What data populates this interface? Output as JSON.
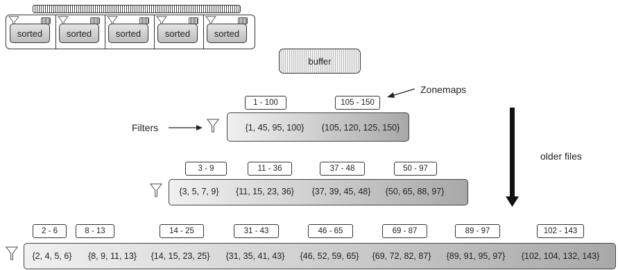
{
  "memtable": {
    "items": [
      {
        "label": "sorted"
      },
      {
        "label": "sorted"
      },
      {
        "label": "sorted"
      },
      {
        "label": "sorted"
      },
      {
        "label": "sorted"
      }
    ]
  },
  "buffer": {
    "label": "buffer"
  },
  "annotations": {
    "zonemaps": "Zonemaps",
    "filters": "Filters",
    "older_files": "older files"
  },
  "levels": [
    {
      "zones": [
        "1 - 100",
        "105 - 150"
      ],
      "keys": [
        "{1, 45, 95, 100}",
        "{105, 120, 125, 150}"
      ]
    },
    {
      "zones": [
        "3 - 9",
        "11 - 36",
        "37 - 48",
        "50 - 97"
      ],
      "keys": [
        "{3, 5, 7, 9}",
        "{11, 15, 23, 36}",
        "{37, 39, 45, 48}",
        "{50, 65, 88, 97}"
      ]
    },
    {
      "zones": [
        "2 - 6",
        "8 - 13",
        "14 - 25",
        "31 - 43",
        "46 - 65",
        "69 - 87",
        "89 - 97",
        "102 - 143"
      ],
      "keys": [
        "{2, 4, 5, 6}",
        "{8, 9, 11, 13}",
        "{14, 15, 23, 25}",
        "{31, 35, 41, 43}",
        "{46, 52, 59, 65}",
        "{69, 72, 82, 87}",
        "{89, 91, 95, 97}",
        "{102, 104, 132, 143}"
      ]
    }
  ]
}
